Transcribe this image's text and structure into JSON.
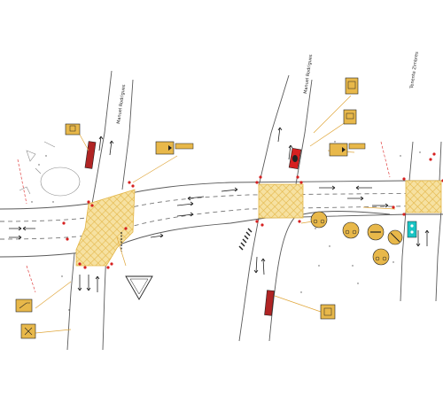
{
  "title": "",
  "streets": {
    "west": "Manuel Rodrigues",
    "middle": "Manuel Rodrigues",
    "east": "Tenente Zimbres"
  },
  "colors": {
    "background": "#ffffff",
    "road_lines": "#5a5a5a",
    "markings": "#333333",
    "hatch_fill": "#f6e1a1",
    "hatch_line": "#e3b648",
    "sign_panel": "#e8b84a",
    "leader_line": "#e0a63a",
    "signal_red": "#d62020",
    "bus_lane": "#b02424",
    "teal_marker": "#19c4c4",
    "curb_red": "#e04040"
  },
  "sign_icons": [
    "pedestrian-sign-icon",
    "direction-arrow-sign-icon",
    "yield-sign-icon",
    "bus-sign-icon",
    "bicycle-sign-icon",
    "no-entry-sign-icon",
    "traffic-light-icon"
  ]
}
